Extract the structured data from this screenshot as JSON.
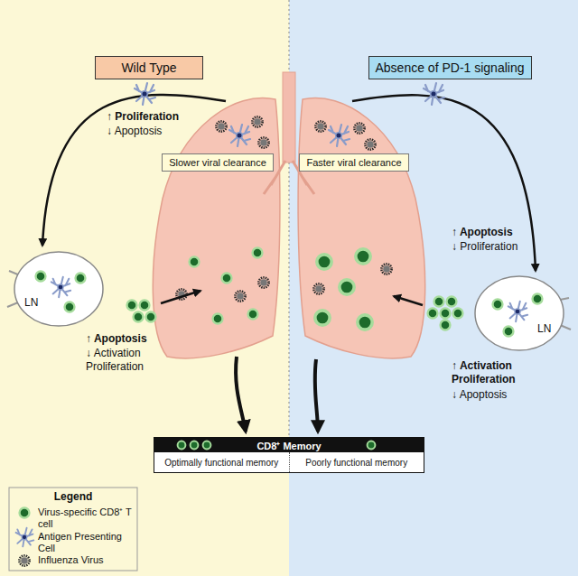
{
  "diagram": {
    "nodes": [
      {
        "text": [
          "Wild Type"
        ]
      },
      {
        "text": [
          "Absence of PD-1 signaling"
        ]
      },
      {
        "text": [
          "Slower viral clearance"
        ]
      },
      {
        "text": [
          "Faster viral clearance"
        ]
      },
      {
        "text": [
          "LN"
        ]
      },
      {
        "text": [
          "LN"
        ]
      },
      {
        "text": [
          "CD8⁺ Memory"
        ]
      },
      {
        "text": [
          "Optimally functional memory"
        ],
        "in": 6
      },
      {
        "text": [
          "Poorly functional memory"
        ],
        "in": 6
      }
    ],
    "labels": [
      "↑ Proliferation",
      "↓ Apoptosis",
      "↑ Apoptosis",
      "↓ Proliferation",
      "↑ Apoptosis",
      "↓ Activation Proliferation",
      "↑ Activation Proliferation",
      "↓ Apoptosis",
      "Legend"
    ],
    "legend": [
      {
        "text": "Virus-specific CD8⁺ T cell"
      },
      {
        "text": "Antigen Presenting Cell"
      },
      {
        "text": "Influenza Virus"
      }
    ]
  }
}
